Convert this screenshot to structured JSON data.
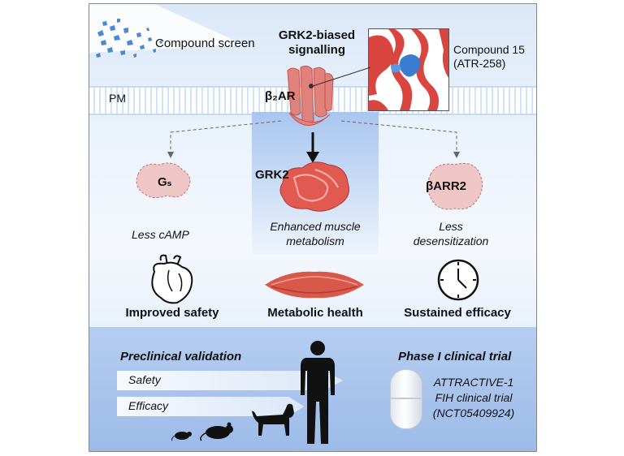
{
  "labels": {
    "compound_screen": "Compound screen",
    "grk2_biased_line1": "GRK2-biased",
    "grk2_biased_line2": "signalling",
    "compound_line1": "Compound 15",
    "compound_line2": "(ATR-258)",
    "pm": "PM",
    "receptor": "β₂AR",
    "gs": "Gₛ",
    "grk2": "GRK2",
    "barr2": "βARR2",
    "less_camp": "Less cAMP",
    "enhanced_line1": "Enhanced muscle",
    "enhanced_line2": "metabolism",
    "less_line1": "Less",
    "less_line2": "desensitization",
    "improved_safety": "Improved safety",
    "metabolic_health": "Metabolic health",
    "sustained_efficacy": "Sustained efficacy",
    "preclinical_validation": "Preclinical validation",
    "safety": "Safety",
    "efficacy": "Efficacy",
    "phase1": "Phase I clinical trial",
    "trial_line1": "ATTRACTIVE-1",
    "trial_line2": "FIH clinical trial",
    "trial_line3": "(NCT05409924)"
  },
  "icons": [
    "compound-particles-icon",
    "protein-structure-icon",
    "heart-icon",
    "muscle-icon",
    "clock-icon",
    "mouse-icon",
    "rat-icon",
    "dog-icon",
    "human-icon",
    "pill-icon"
  ],
  "colors": {
    "protein_red": "#d9453f",
    "ligand_blue": "#3a7cd0",
    "bottom_band": "#a9c4ec",
    "muscle": "#d8584a"
  }
}
